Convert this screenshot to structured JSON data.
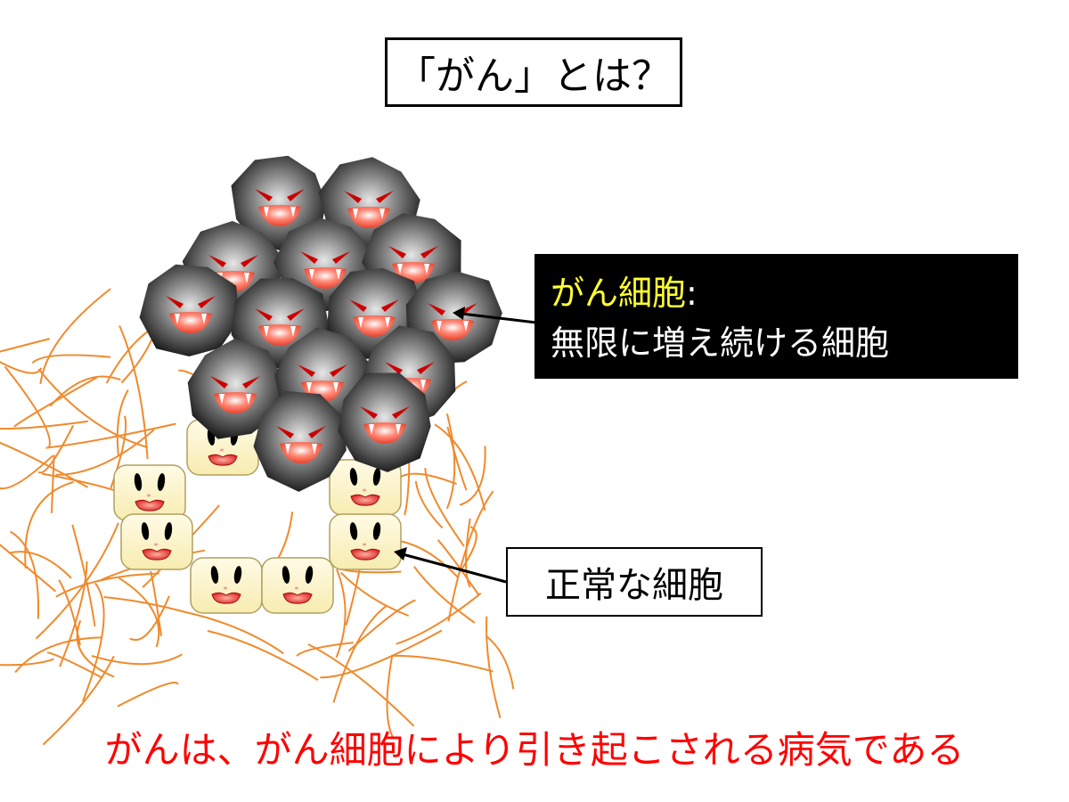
{
  "title": "「がん」とは？",
  "cancer_label": {
    "term": "がん細胞",
    "colon": ":",
    "description": "無限に増え続ける細胞"
  },
  "normal_label": "正常な細胞",
  "conclusion": "がんは、がん細胞により引き起こされる病気である",
  "colors": {
    "fiber": "#f08a2c",
    "cancer_cell": "#333333",
    "cancer_eye": "#cc0000",
    "cancer_mouth": "#ff6a55",
    "normal_cell": "#fdf6c8",
    "normal_mouth": "#e03030",
    "term_highlight": "#ffff33",
    "conclusion_text": "#ff0000"
  },
  "icons": {
    "cancer_cell": "angry-dark-cell-icon",
    "normal_cell": "smiling-yellow-cell-icon"
  }
}
